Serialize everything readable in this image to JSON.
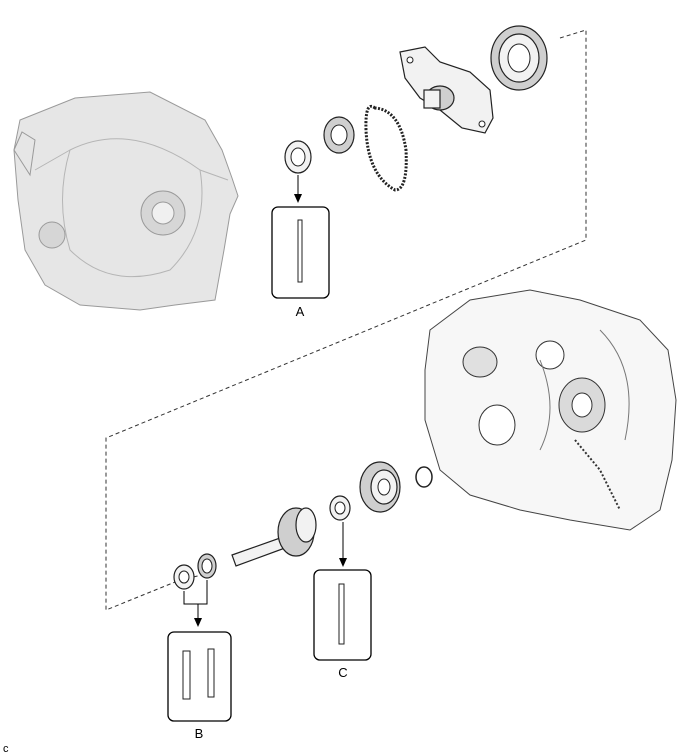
{
  "labels": {
    "a": "A",
    "b": "B",
    "c": "C"
  },
  "footer_code": "c"
}
